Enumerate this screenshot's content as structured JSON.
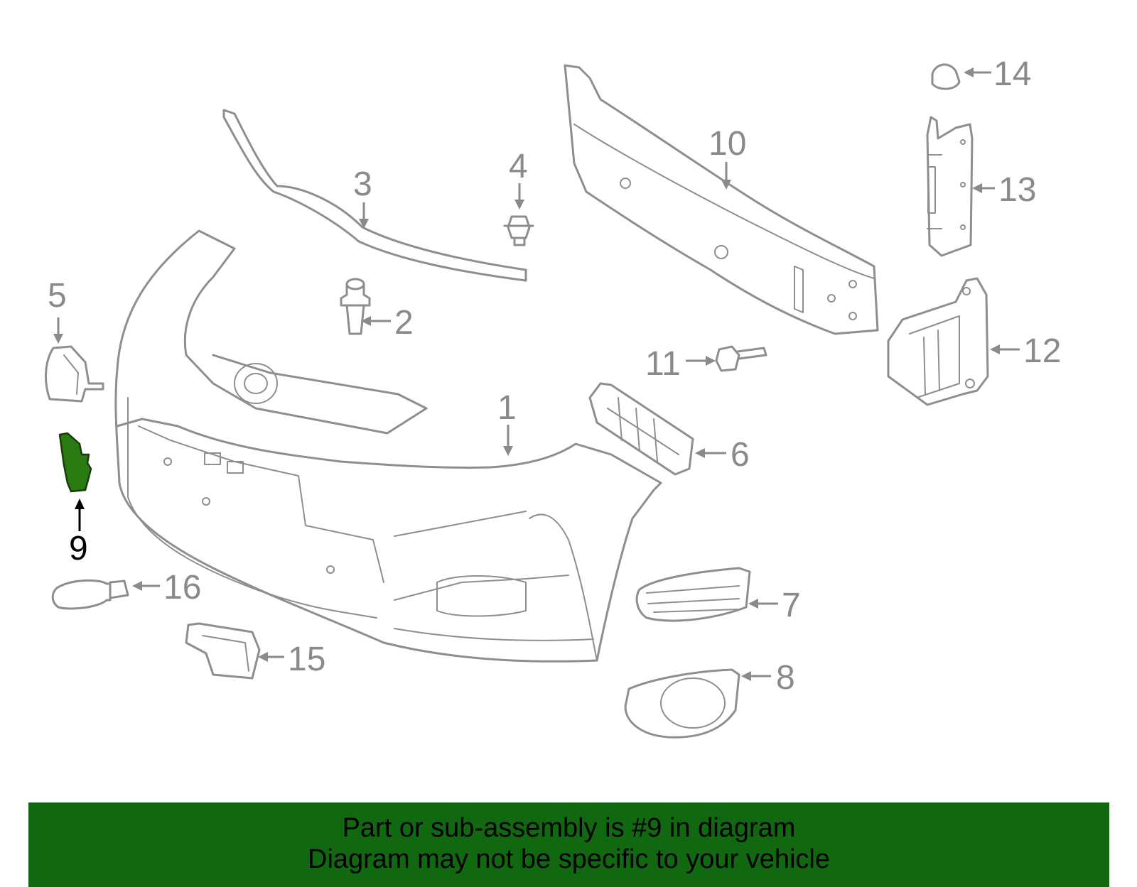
{
  "diagram": {
    "highlight_color": "#2a7a12",
    "line_color": "#8e8e8e",
    "highlighted_part": "9",
    "callouts": [
      {
        "id": "1",
        "label": "1"
      },
      {
        "id": "2",
        "label": "2"
      },
      {
        "id": "3",
        "label": "3"
      },
      {
        "id": "4",
        "label": "4"
      },
      {
        "id": "5",
        "label": "5"
      },
      {
        "id": "6",
        "label": "6"
      },
      {
        "id": "7",
        "label": "7"
      },
      {
        "id": "8",
        "label": "8"
      },
      {
        "id": "9",
        "label": "9"
      },
      {
        "id": "10",
        "label": "10"
      },
      {
        "id": "11",
        "label": "11"
      },
      {
        "id": "12",
        "label": "12"
      },
      {
        "id": "13",
        "label": "13"
      },
      {
        "id": "14",
        "label": "14"
      },
      {
        "id": "15",
        "label": "15"
      },
      {
        "id": "16",
        "label": "16"
      }
    ]
  },
  "banner": {
    "background": "#126811",
    "line1": "Part or sub-assembly is #9 in diagram",
    "line2": "Diagram may not be specific to your vehicle"
  }
}
